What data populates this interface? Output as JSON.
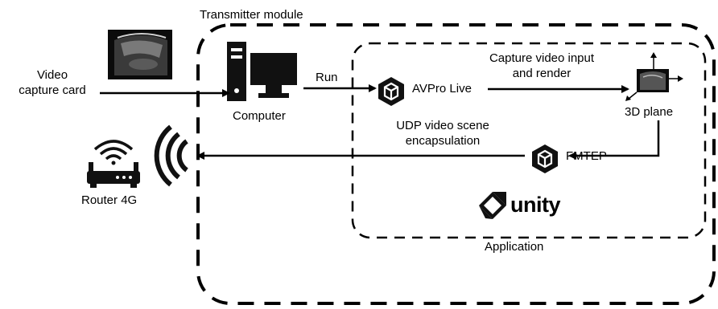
{
  "diagram": {
    "transmitter_module_label": "Transmitter module",
    "video_capture_card_label": [
      "Video",
      "capture card"
    ],
    "run_label": "Run",
    "computer_label": "Computer",
    "avpro_label": "AVPro Live",
    "capture_label": [
      "Capture video input",
      "and render"
    ],
    "plane_label": "3D plane",
    "udp_label": [
      "UDP video scene",
      "encapsulation"
    ],
    "fmtep_label": "FMTEP",
    "router_label": "Router 4G",
    "unity_logo_text": "unity",
    "application_label": "Application"
  },
  "icons": [
    "ultrasound-image-icon",
    "computer-icon",
    "unity-cube-icon",
    "wireless-signal-icon",
    "router-icon",
    "unity-logo-icon"
  ]
}
